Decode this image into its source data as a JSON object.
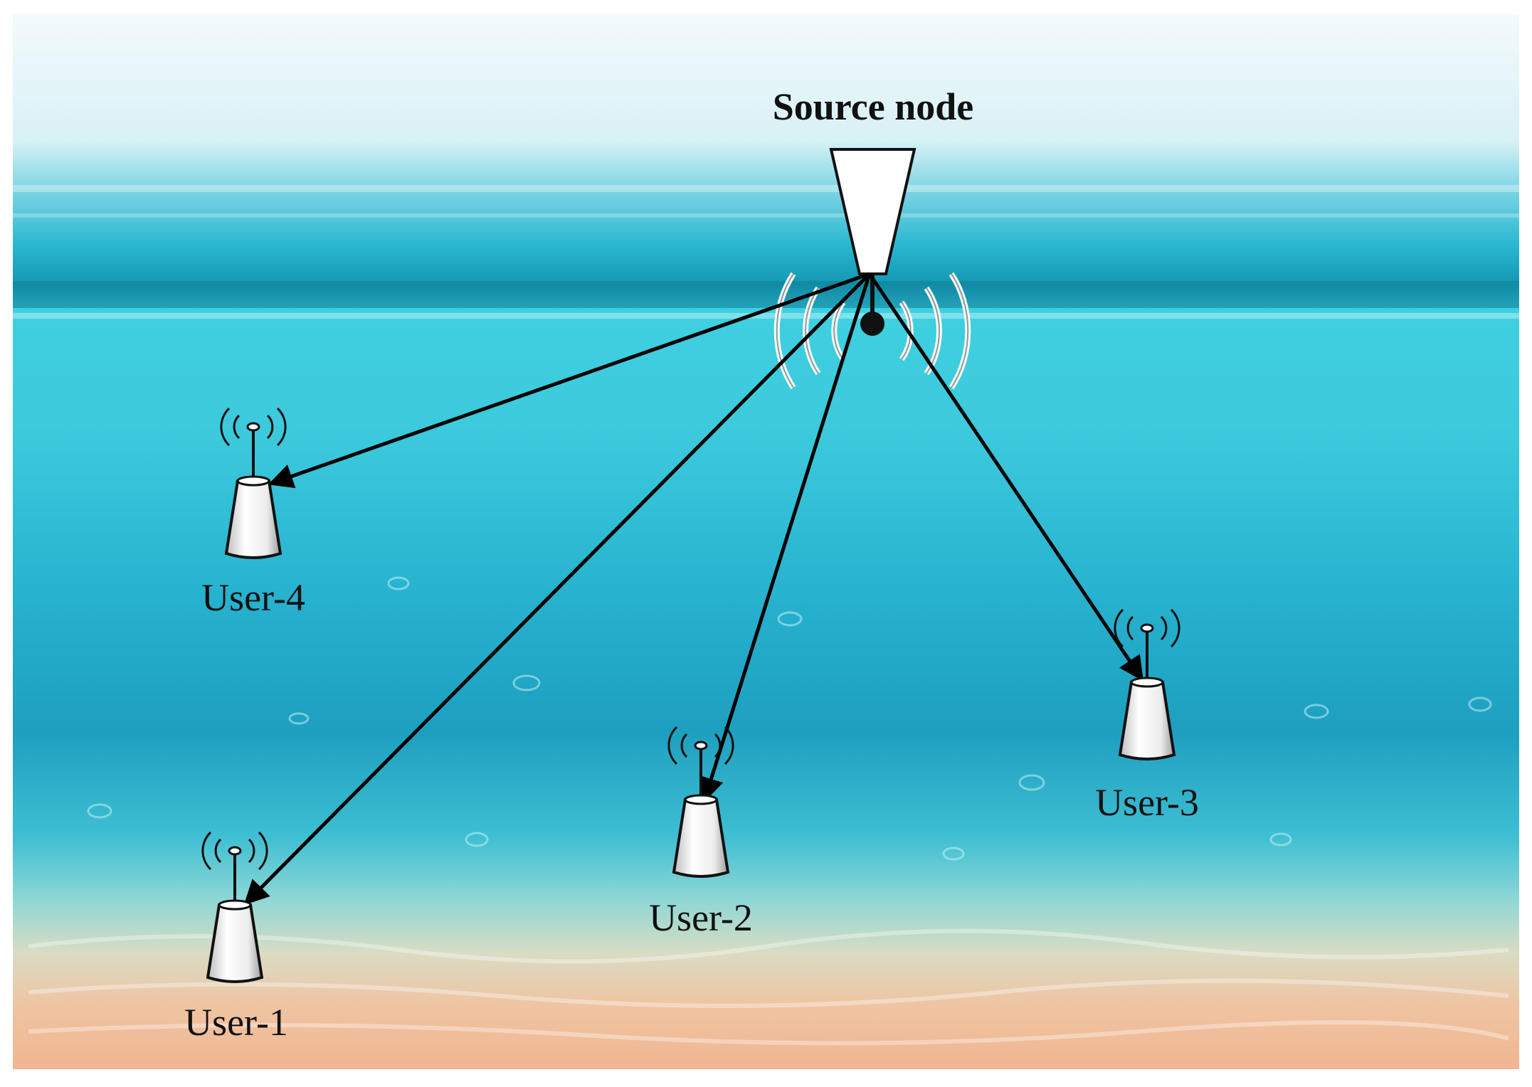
{
  "diagram": {
    "source": {
      "label": "Source node"
    },
    "users": [
      {
        "id": "user-4",
        "label": "User-4"
      },
      {
        "id": "user-1",
        "label": "User-1"
      },
      {
        "id": "user-2",
        "label": "User-2"
      },
      {
        "id": "user-3",
        "label": "User-3"
      }
    ]
  },
  "colors": {
    "sky_top": "#eaf6fb",
    "surface_band": "#0f8fa8",
    "water_mid": "#2cc4d6",
    "water_deep": "#1b9fbe",
    "sand": "#e8b48f",
    "arrow": "#000000",
    "node_fill": "#ffffff"
  }
}
